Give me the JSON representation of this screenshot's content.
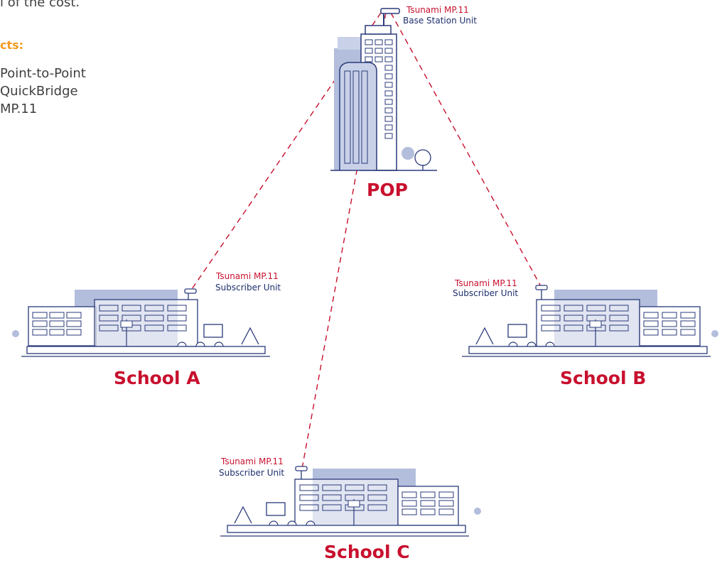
{
  "sidebar": {
    "intro_fragment": "l of the cost.",
    "heading_fragment": "cts:",
    "items": [
      "Point-to-Point",
      "QuickBridge",
      "MP.11"
    ]
  },
  "nodes": {
    "pop": {
      "name": "POP",
      "device": "Tsunami MP.11",
      "unit": "Base Station Unit"
    },
    "school_a": {
      "name": "School A",
      "device": "Tsunami MP.11",
      "unit": "Subscriber Unit"
    },
    "school_b": {
      "name": "School B",
      "device": "Tsunami MP.11",
      "unit": "Subscriber Unit"
    },
    "school_c": {
      "name": "School C",
      "device": "Tsunami MP.11",
      "unit": "Subscriber Unit"
    }
  },
  "colors": {
    "link": "#c8102e",
    "building_line": "#2a3a7a",
    "building_fill": "#b3bedc",
    "label_red": "#c8102e",
    "label_navy": "#1f2f6e",
    "heading": "#f39a1e"
  },
  "icons": {
    "antenna": "antenna-icon",
    "tree": "tree-icon",
    "flag": "flag-icon",
    "tower": "office-tower-icon",
    "school": "school-building-icon"
  }
}
